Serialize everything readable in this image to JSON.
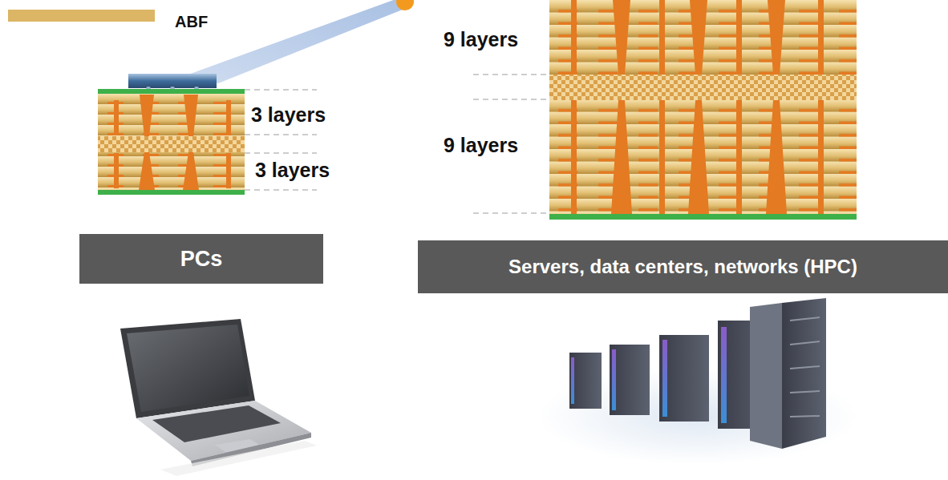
{
  "diagram": {
    "nodes": [
      {
        "text": [
          "PCs"
        ]
      },
      {
        "text": [
          "Servers, data centers, networks (HPC)"
        ]
      }
    ],
    "labels": [
      "9 layers",
      "3 layers",
      "9 layers",
      "3 layers"
    ],
    "legend": [
      {
        "text": "ABF",
        "color": "#dcb565"
      }
    ]
  }
}
